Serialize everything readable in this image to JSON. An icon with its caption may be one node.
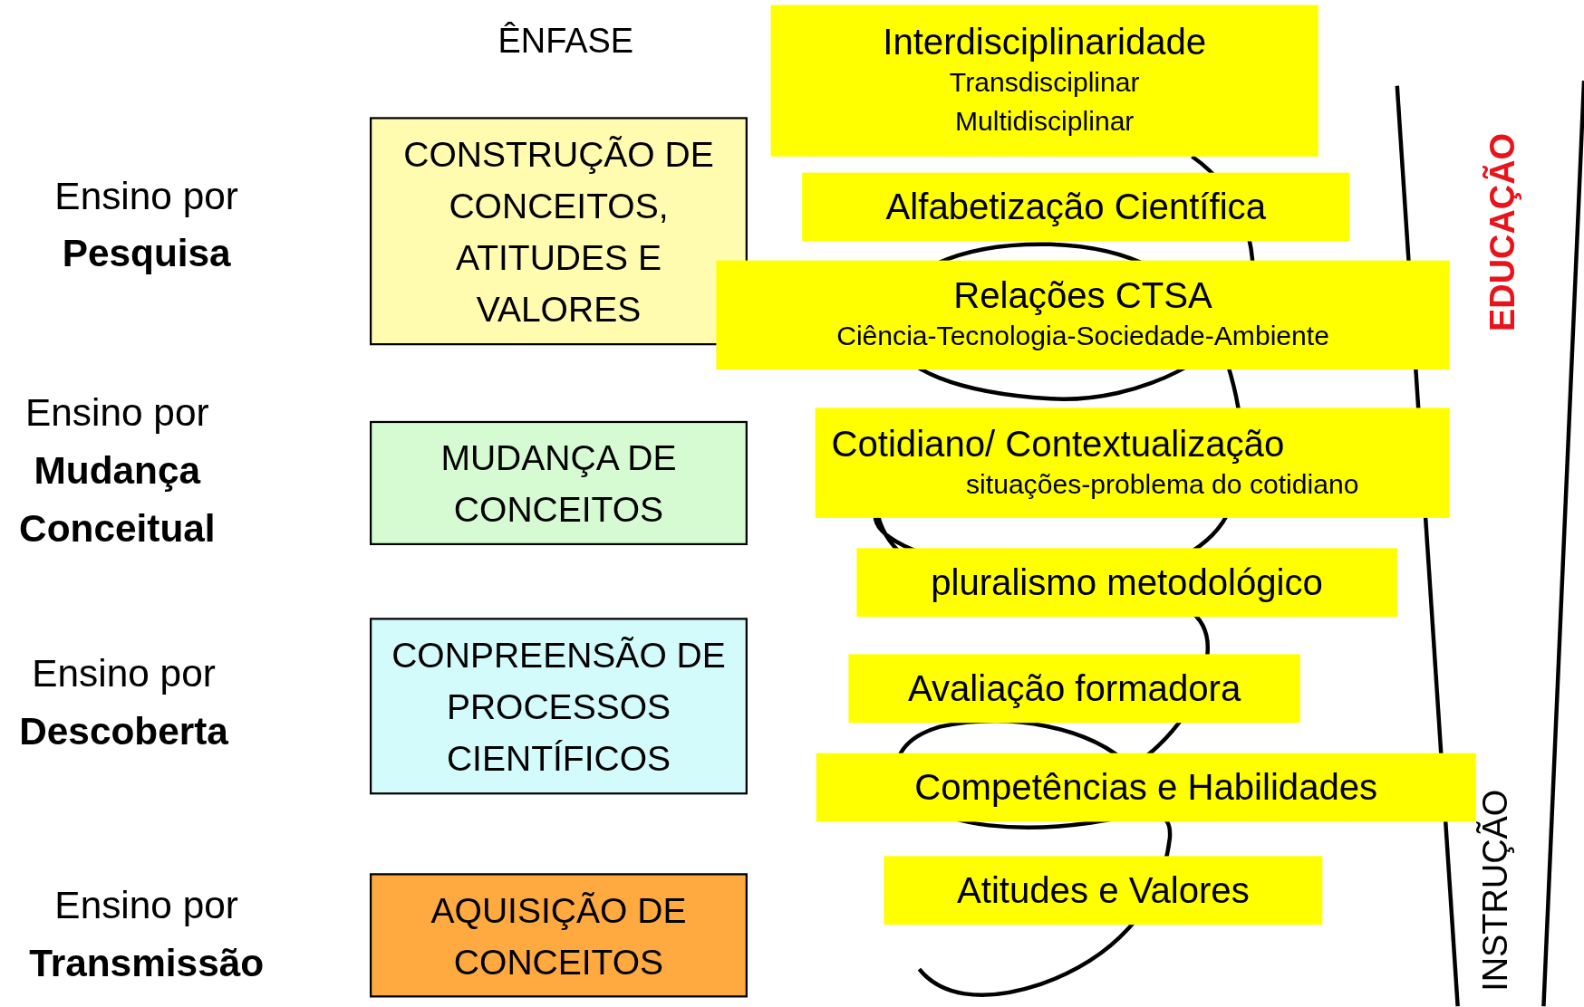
{
  "diagram": {
    "nodes": [
      {
        "text": [
          "CONSTRUÇÃO DE CONCEITOS, ATITUDES E VALORES"
        ]
      },
      {
        "text": [
          "MUDANÇA DE CONCEITOS"
        ]
      },
      {
        "text": [
          "CONPREENSÃO DE PROCESSOS CIENTÍFICOS"
        ]
      },
      {
        "text": [
          "AQUISIÇÃO DE CONCEITOS"
        ]
      },
      {
        "text": [
          "Interdisciplinaridade",
          "Transdisciplinar",
          "Multidisciplinar"
        ]
      },
      {
        "text": [
          "Alfabetização Científica"
        ]
      },
      {
        "text": [
          "Relações CTSA",
          "Ciência-Tecnologia-Sociedade-Ambiente"
        ]
      },
      {
        "text": [
          "Cotidiano/ Contextualização",
          "situações-problema do cotidiano"
        ]
      },
      {
        "text": [
          "pluralismo metodológico"
        ]
      },
      {
        "text": [
          "Avaliação formadora"
        ]
      },
      {
        "text": [
          "Competências e Habilidades"
        ]
      },
      {
        "text": [
          "Atitudes e Valores"
        ]
      }
    ],
    "labels": [
      "ÊNFASE",
      "Ensino por **Pesquisa**",
      "Ensino por **Mudança Conceitual**",
      "Ensino por **Descoberta**",
      "Ensino por **Transmissão**",
      "EDUCAÇÃO",
      "INSTRUÇÃO"
    ]
  }
}
